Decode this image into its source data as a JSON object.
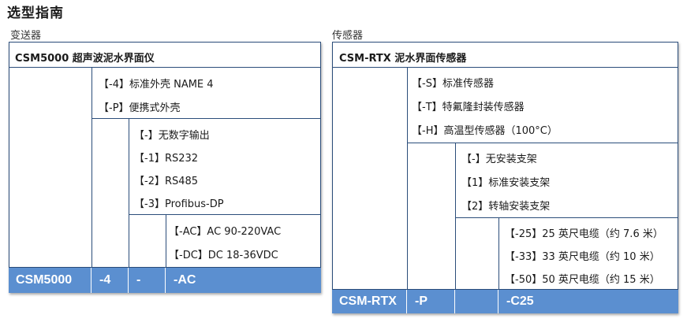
{
  "page_title": "选型指南",
  "left": {
    "section_label": "变送器",
    "header": "CSM5000 超声波泥水界面仪",
    "level1": [
      "【-4】标准外壳  NAME 4",
      "【-P】便携式外壳"
    ],
    "level2": [
      "【-】无数字输出",
      "【-1】RS232",
      "【-2】RS485",
      "【-3】Profibus-DP"
    ],
    "level3": [
      "【-AC】AC 90-220VAC",
      "【-DC】DC 18-36VDC"
    ],
    "result": [
      "CSM5000",
      "-4",
      "-",
      "-AC"
    ]
  },
  "right": {
    "section_label": "传感器",
    "header": "CSM-RTX 泥水界面传感器",
    "level1": [
      "【-S】标准传感器",
      "【-T】特氟隆封装传感器",
      "【-H】高温型传感器（100°C）"
    ],
    "level2": [
      "【-】无安装支架",
      "【1】标准安装支架",
      "【2】转轴安装支架"
    ],
    "level3": [
      "【-25】25 英尺电缆（约 7.6 米）",
      "【-33】33 英尺电缆（约 10 米）",
      "【-50】50 英尺电缆（约 15 米）"
    ],
    "result": [
      "CSM-RTX",
      "-P",
      "",
      "-C25"
    ]
  },
  "colors": {
    "border": "#2b4d7a",
    "result_bar": "#5b8fd0",
    "result_text": "#ffffff"
  }
}
